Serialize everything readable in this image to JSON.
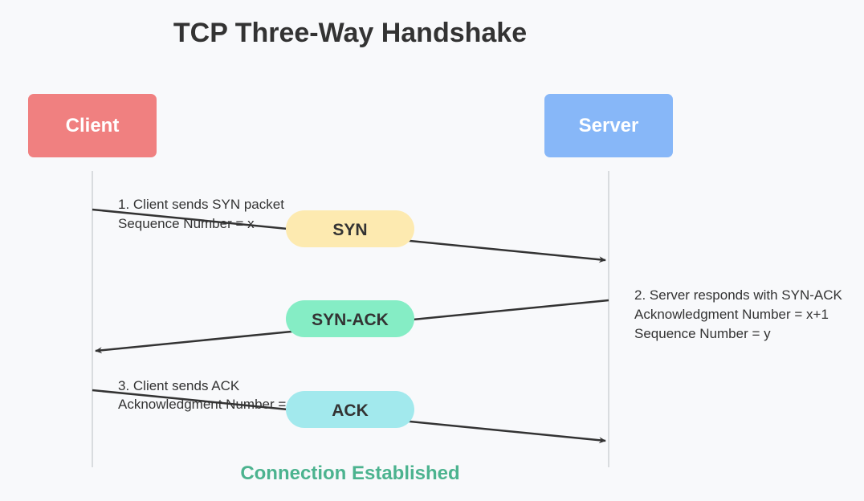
{
  "title": "TCP Three-Way Handshake",
  "actors": {
    "client": {
      "label": "Client",
      "color": "#f08080"
    },
    "server": {
      "label": "Server",
      "color": "#87b7f8"
    }
  },
  "messages": [
    {
      "label": "SYN",
      "color": "#fdeab0",
      "direction": "client-to-server",
      "description": [
        "1. Client sends SYN packet",
        "Sequence Number = x"
      ]
    },
    {
      "label": "SYN-ACK",
      "color": "#85edc5",
      "direction": "server-to-client",
      "description": [
        "2. Server responds with SYN-ACK",
        "Acknowledgment Number = x+1",
        "Sequence Number = y"
      ]
    },
    {
      "label": "ACK",
      "color": "#a2e9ed",
      "direction": "client-to-server",
      "description": [
        "3. Client sends ACK",
        "Acknowledgment Number = y+1"
      ]
    }
  ],
  "footer": {
    "text": "Connection Established",
    "color": "#4cb38f"
  }
}
